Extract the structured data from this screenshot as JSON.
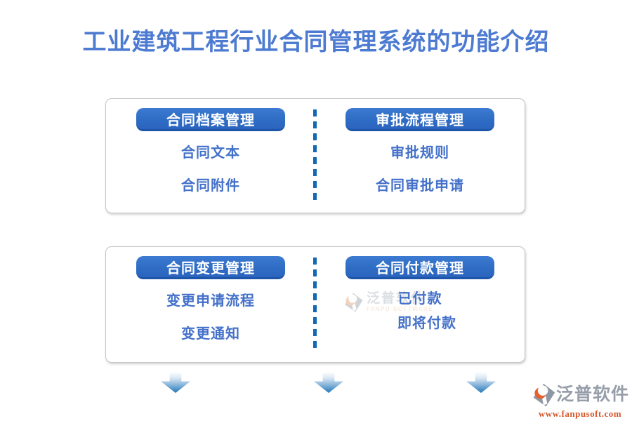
{
  "title": "工业建筑工程行业合同管理系统的功能介绍",
  "panels": [
    {
      "columns": [
        {
          "button": "合同档案管理",
          "items": [
            "合同文本",
            "合同附件"
          ]
        },
        {
          "button": "审批流程管理",
          "items": [
            "审批规则",
            "合同审批申请"
          ]
        }
      ]
    },
    {
      "columns": [
        {
          "button": "合同变更管理",
          "items": [
            "变更申请流程",
            "变更通知"
          ]
        },
        {
          "button": "合同付款管理",
          "items": [
            "已付款",
            "即将付款"
          ]
        }
      ]
    }
  ],
  "watermark": {
    "brand": "泛普软件",
    "subtext": "FANPU SOFTWARE"
  },
  "footer": {
    "brand": "泛普软件",
    "url": "www.fanpusoft.com"
  },
  "arrows": {
    "count": 3,
    "direction": "down"
  },
  "colors": {
    "title_text": "#4d7bd1",
    "item_text": "#4471c9",
    "button_bg": "#2f6dc5",
    "button_text": "#ffffff",
    "divider_blue": "#1268b4",
    "panel_border": "#c6c6c6",
    "arrow_blue": "#2277b8",
    "footer_brand": "#979eaa",
    "footer_url": "#d4562a"
  }
}
